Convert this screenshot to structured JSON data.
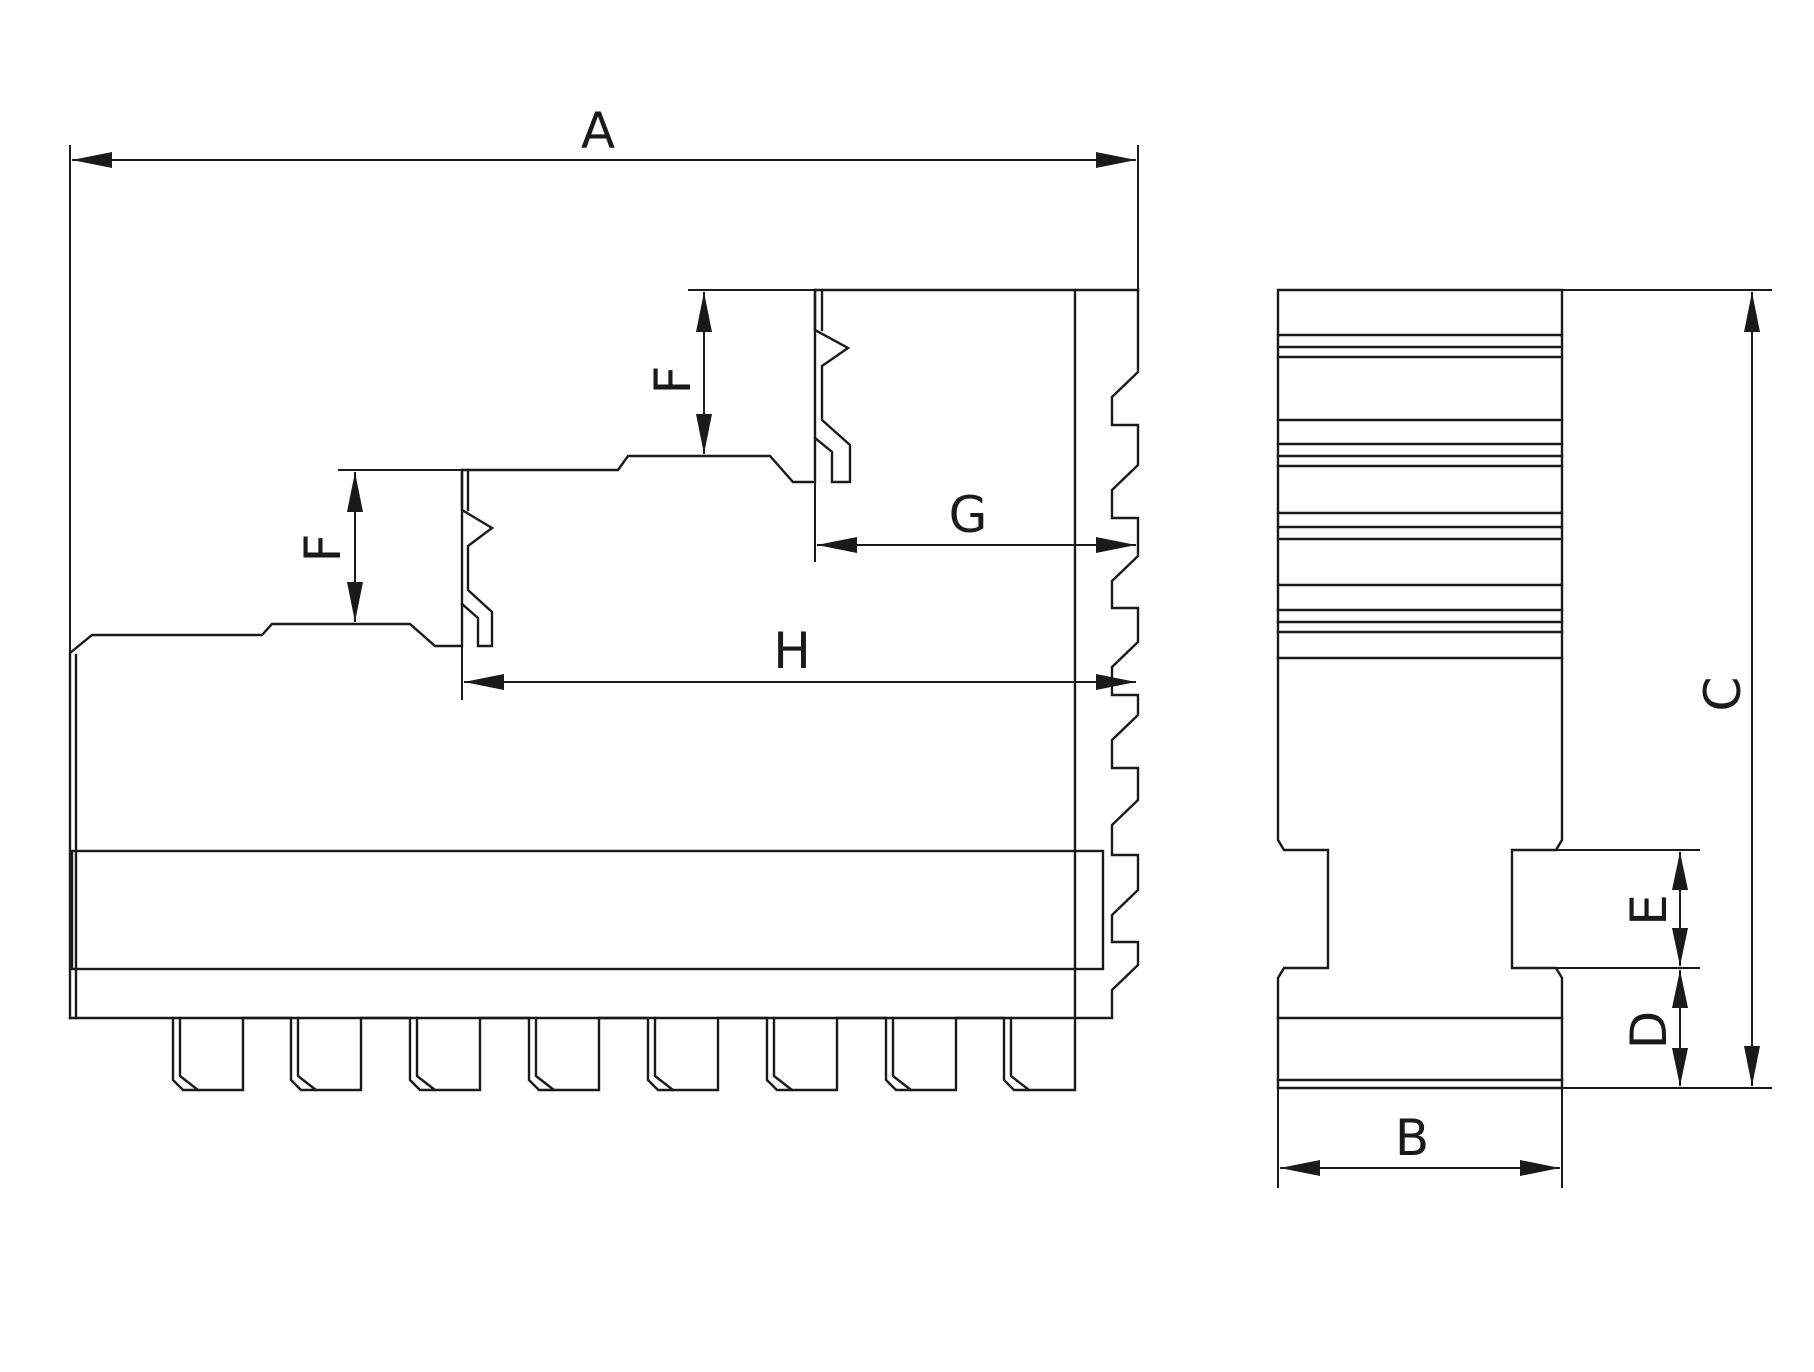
{
  "diagram": {
    "labels": {
      "A": "A",
      "B": "B",
      "C": "C",
      "D": "D",
      "E": "E",
      "F_upper": "F",
      "F_lower": "F",
      "G": "G",
      "H": "H"
    },
    "colors": {
      "line": "#1a1a1a",
      "background": "#ffffff"
    }
  }
}
